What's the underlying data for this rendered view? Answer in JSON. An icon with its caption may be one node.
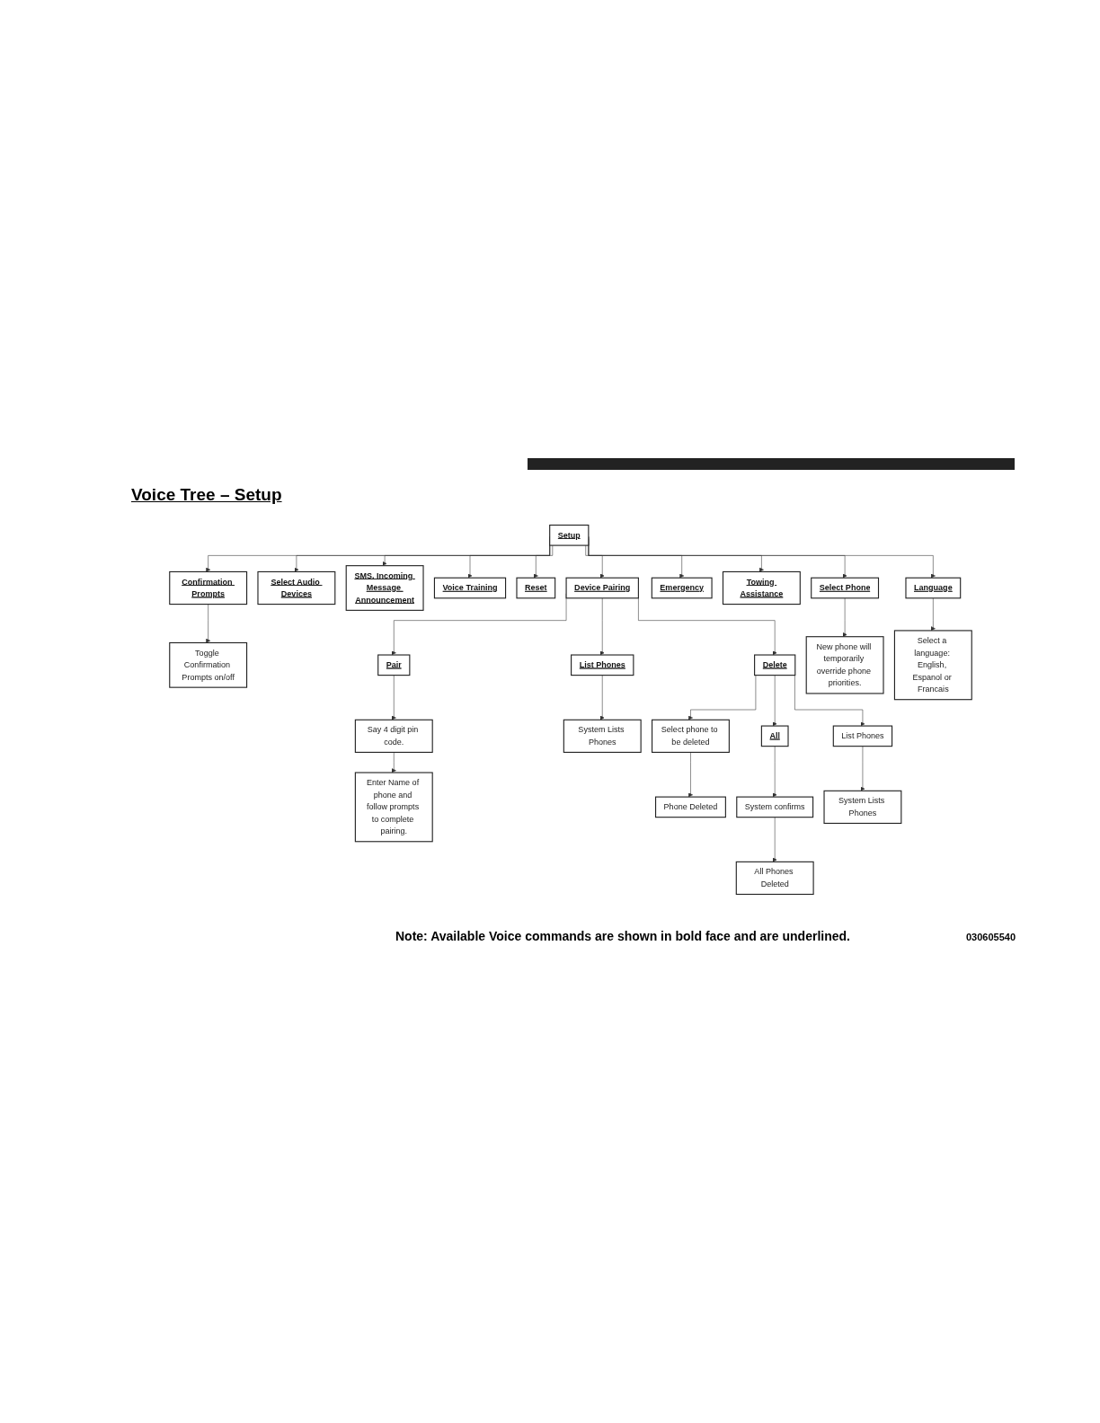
{
  "diagram": {
    "title": "Voice Tree – Setup",
    "caption": "Note: Available Voice commands are shown in bold face and are underlined.",
    "nodes": [
      {
        "text": [
          "Setup"
        ]
      },
      {
        "text": [
          "Confirmation Prompts"
        ]
      },
      {
        "text": [
          "Select Audio Devices"
        ]
      },
      {
        "text": [
          "SMS. Incoming Message Announcement"
        ]
      },
      {
        "text": [
          "Voice Training"
        ]
      },
      {
        "text": [
          "Reset"
        ]
      },
      {
        "text": [
          "Device Pairing"
        ]
      },
      {
        "text": [
          "Emergency"
        ]
      },
      {
        "text": [
          "Towing Assistance"
        ]
      },
      {
        "text": [
          "Select Phone"
        ]
      },
      {
        "text": [
          "Language"
        ]
      },
      {
        "text": [
          "Toggle Confirmation Prompts on/off"
        ]
      },
      {
        "text": [
          "Pair"
        ]
      },
      {
        "text": [
          "List Phones"
        ]
      },
      {
        "text": [
          "Delete"
        ]
      },
      {
        "text": [
          "New phone will temporarily override phone priorities."
        ]
      },
      {
        "text": [
          "Select a language: English, Espanol or Francais"
        ]
      },
      {
        "text": [
          "Say 4 digit pin code."
        ]
      },
      {
        "text": [
          "System Lists Phones"
        ]
      },
      {
        "text": [
          "Select phone to be deleted"
        ]
      },
      {
        "text": [
          "All"
        ]
      },
      {
        "text": [
          "List Phones"
        ]
      },
      {
        "text": [
          "Enter Name of phone and follow prompts to complete pairing."
        ]
      },
      {
        "text": [
          "Phone Deleted"
        ]
      },
      {
        "text": [
          "System confirms"
        ]
      },
      {
        "text": [
          "System Lists Phones"
        ]
      },
      {
        "text": [
          "All Phones Deleted"
        ]
      }
    ],
    "edges": [
      {
        "from": 0,
        "to": 1,
        "arrow": "to"
      },
      {
        "from": 0,
        "to": 2,
        "arrow": "to"
      },
      {
        "from": 0,
        "to": 3,
        "arrow": "to"
      },
      {
        "from": 0,
        "to": 4,
        "arrow": "to"
      },
      {
        "from": 0,
        "to": 5,
        "arrow": "to"
      },
      {
        "from": 0,
        "to": 6,
        "arrow": "to"
      },
      {
        "from": 0,
        "to": 7,
        "arrow": "to"
      },
      {
        "from": 0,
        "to": 8,
        "arrow": "to"
      },
      {
        "from": 0,
        "to": 9,
        "arrow": "to"
      },
      {
        "from": 0,
        "to": 10,
        "arrow": "to"
      },
      {
        "from": 1,
        "to": 11,
        "arrow": "to"
      },
      {
        "from": 6,
        "to": 12,
        "arrow": "to"
      },
      {
        "from": 6,
        "to": 13,
        "arrow": "to"
      },
      {
        "from": 6,
        "to": 14,
        "arrow": "to"
      },
      {
        "from": 9,
        "to": 15,
        "arrow": "to"
      },
      {
        "from": 10,
        "to": 16,
        "arrow": "to"
      },
      {
        "from": 12,
        "to": 17,
        "arrow": "to"
      },
      {
        "from": 13,
        "to": 18,
        "arrow": "to"
      },
      {
        "from": 14,
        "to": 19,
        "arrow": "to"
      },
      {
        "from": 14,
        "to": 20,
        "arrow": "to"
      },
      {
        "from": 14,
        "to": 21,
        "arrow": "to"
      },
      {
        "from": 17,
        "to": 22,
        "arrow": "to"
      },
      {
        "from": 19,
        "to": 23,
        "arrow": "to"
      },
      {
        "from": 20,
        "to": 24,
        "arrow": "to"
      },
      {
        "from": 21,
        "to": 25,
        "arrow": "to"
      },
      {
        "from": 24,
        "to": 26,
        "arrow": "to"
      }
    ],
    "labels": [
      "030605540"
    ]
  }
}
